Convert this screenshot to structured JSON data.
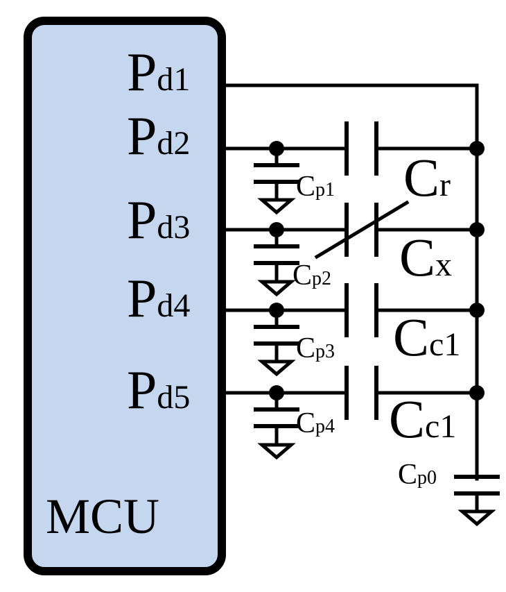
{
  "mcu": {
    "label": "MCU",
    "fill": "#c5d7ef",
    "pins": [
      {
        "main": "P",
        "sub": "d1"
      },
      {
        "main": "P",
        "sub": "d2"
      },
      {
        "main": "P",
        "sub": "d3"
      },
      {
        "main": "P",
        "sub": "d4"
      },
      {
        "main": "P",
        "sub": "d5"
      }
    ]
  },
  "capacitors": {
    "cr": {
      "main": "C",
      "sub": "r"
    },
    "cx": {
      "main": "C",
      "sub": "x"
    },
    "cc1a": {
      "main": "C",
      "sub": "c1"
    },
    "cc1b": {
      "main": "C",
      "sub": "c1"
    }
  },
  "parasitic": [
    {
      "main": "C",
      "sub": "p1"
    },
    {
      "main": "C",
      "sub": "p2"
    },
    {
      "main": "C",
      "sub": "p3"
    },
    {
      "main": "C",
      "sub": "p4"
    },
    {
      "main": "C",
      "sub": "p0"
    }
  ]
}
